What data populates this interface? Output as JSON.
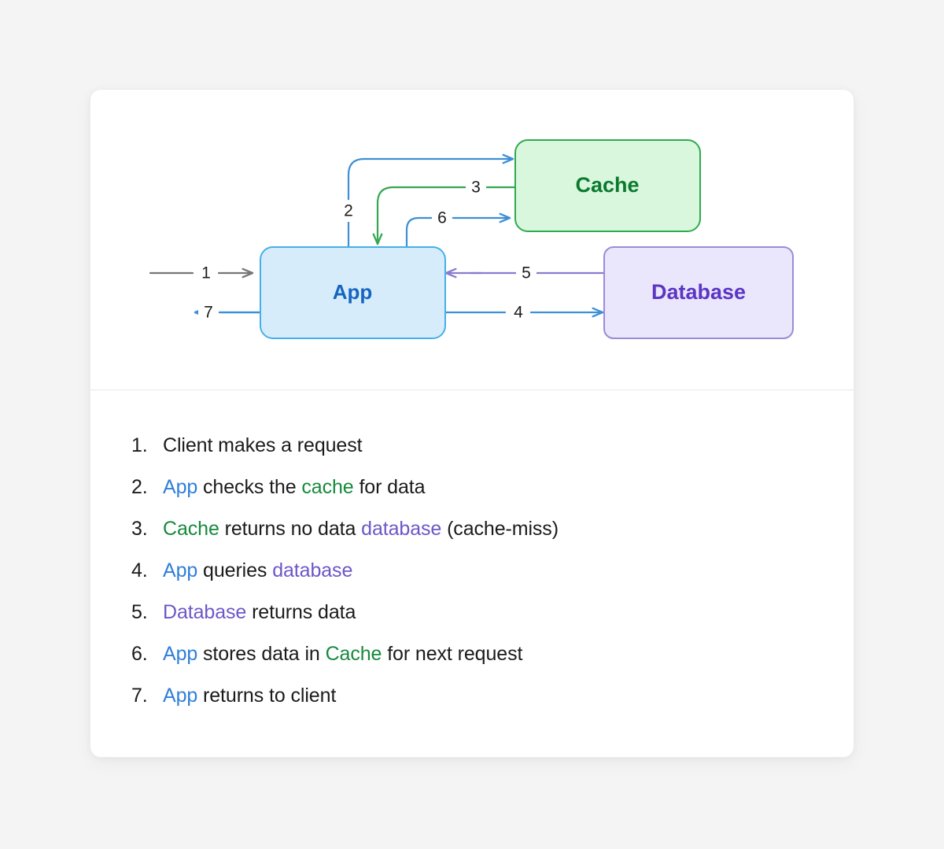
{
  "colors": {
    "page_background": "#f4f4f5",
    "card_background": "#ffffff",
    "app_fill": "#d7ecfb",
    "app_border": "#45b0e8",
    "app_text": "#1565c0",
    "cache_fill": "#d9f7dc",
    "cache_border": "#2eaa4f",
    "cache_text": "#0b7a2f",
    "database_fill": "#eae6fb",
    "database_border": "#9a8cd8",
    "database_text": "#5b35c4",
    "arrow_blue": "#3d8fd6",
    "arrow_green": "#34a853",
    "arrow_purple": "#8a7ad0",
    "arrow_gray": "#767676",
    "word_app": "#2f7fd8",
    "word_cache": "#168a3c",
    "word_database": "#6d57c9",
    "body_text": "#1b1b1b"
  },
  "diagram": {
    "nodes": {
      "app": {
        "label": "App"
      },
      "cache": {
        "label": "Cache"
      },
      "database": {
        "label": "Database"
      }
    },
    "edges": [
      {
        "id": "e1",
        "number": "1",
        "from": "Client",
        "to": "App",
        "color": "gray",
        "direction": "right"
      },
      {
        "id": "e2",
        "number": "2",
        "from": "App",
        "to": "Cache",
        "color": "blue",
        "direction": "right"
      },
      {
        "id": "e3",
        "number": "3",
        "from": "Cache",
        "to": "App",
        "color": "green",
        "direction": "down"
      },
      {
        "id": "e4",
        "number": "4",
        "from": "App",
        "to": "Database",
        "color": "blue",
        "direction": "right"
      },
      {
        "id": "e5",
        "number": "5",
        "from": "Database",
        "to": "App",
        "color": "purple",
        "direction": "left"
      },
      {
        "id": "e6",
        "number": "6",
        "from": "App",
        "to": "Cache",
        "color": "blue",
        "direction": "right"
      },
      {
        "id": "e7",
        "number": "7",
        "from": "App",
        "to": "Client",
        "color": "blue",
        "direction": "left"
      }
    ]
  },
  "steps": [
    {
      "number": "1.",
      "parts": [
        {
          "text": "Client makes a request",
          "style": "plain"
        }
      ]
    },
    {
      "number": "2.",
      "parts": [
        {
          "text": "App",
          "style": "app"
        },
        {
          "text": " checks the ",
          "style": "plain"
        },
        {
          "text": "cache",
          "style": "cache"
        },
        {
          "text": " for data",
          "style": "plain"
        }
      ]
    },
    {
      "number": "3.",
      "parts": [
        {
          "text": "Cache",
          "style": "cache"
        },
        {
          "text": " returns no data ",
          "style": "plain"
        },
        {
          "text": "database",
          "style": "db"
        },
        {
          "text": " (cache-miss)",
          "style": "plain"
        }
      ]
    },
    {
      "number": "4.",
      "parts": [
        {
          "text": "App",
          "style": "app"
        },
        {
          "text": " queries ",
          "style": "plain"
        },
        {
          "text": "database",
          "style": "db"
        }
      ]
    },
    {
      "number": "5.",
      "parts": [
        {
          "text": "Database",
          "style": "db"
        },
        {
          "text": " returns data",
          "style": "plain"
        }
      ]
    },
    {
      "number": "6.",
      "parts": [
        {
          "text": "App",
          "style": "app"
        },
        {
          "text": " stores data in ",
          "style": "plain"
        },
        {
          "text": "Cache",
          "style": "cache"
        },
        {
          "text": " for next request",
          "style": "plain"
        }
      ]
    },
    {
      "number": "7.",
      "parts": [
        {
          "text": "App",
          "style": "app"
        },
        {
          "text": " returns to client",
          "style": "plain"
        }
      ]
    }
  ]
}
